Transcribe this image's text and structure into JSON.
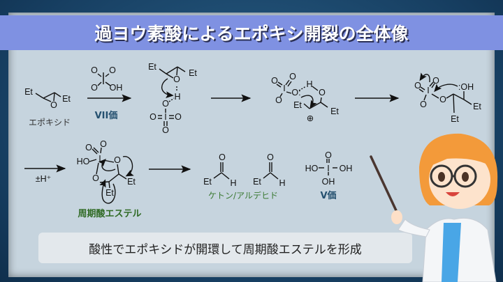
{
  "title": "過ヨウ素酸によるエポキシ開裂の全体像",
  "caption": "酸性でエポキシドが開環して周期酸エステルを形成",
  "colors": {
    "title_bar": "#7f91e2",
    "valence_label": "#24506f",
    "green_label": "#2f6a24",
    "panel": "#c6d4de"
  },
  "scheme": {
    "epoxide": {
      "et1": "Et",
      "et2": "Et",
      "o": "O",
      "name": "エポキシド"
    },
    "reagent": {
      "o1": "O",
      "o2": "O",
      "i": "I",
      "o3": "O",
      "oh": "OH",
      "valence": "VII価"
    },
    "step2": {
      "et1": "Et",
      "et2": "Et",
      "o": "O",
      "h": "H",
      "o2": "O",
      "o3": "O",
      "i": "I",
      "o4": "O",
      "o5": "O"
    },
    "step3": {
      "o1": "O",
      "o2": "O",
      "i": "I",
      "o3": "O",
      "o4": "O:",
      "h": "H",
      "o5": "O",
      "et1": "Et",
      "et2": "Et",
      "plus": "⊕"
    },
    "step4": {
      "o1": "O",
      "o2": "O",
      "i": "I",
      "o3": "O",
      "o4": "O",
      "oh": ":OH",
      "et1": "Et",
      "et2": "Et"
    },
    "proton": "±H⁺",
    "ester": {
      "o1": "O",
      "o2": "O",
      "ho": "HO",
      "i": "I",
      "o3": "O",
      "o4": "O",
      "et1": "Et",
      "et2": "Et",
      "name": "周期酸エステル"
    },
    "products": {
      "ald1": {
        "et": "Et",
        "o": "O",
        "h": "H"
      },
      "ald2": {
        "et": "Et",
        "o": "O",
        "h": "H"
      },
      "carbonyl_name": "ケトン/アルデヒド",
      "iodic": {
        "o": "O",
        "ho": "HO",
        "i": "I",
        "oh1": "OH",
        "oh2": "OH",
        "valence": "V価"
      }
    }
  }
}
